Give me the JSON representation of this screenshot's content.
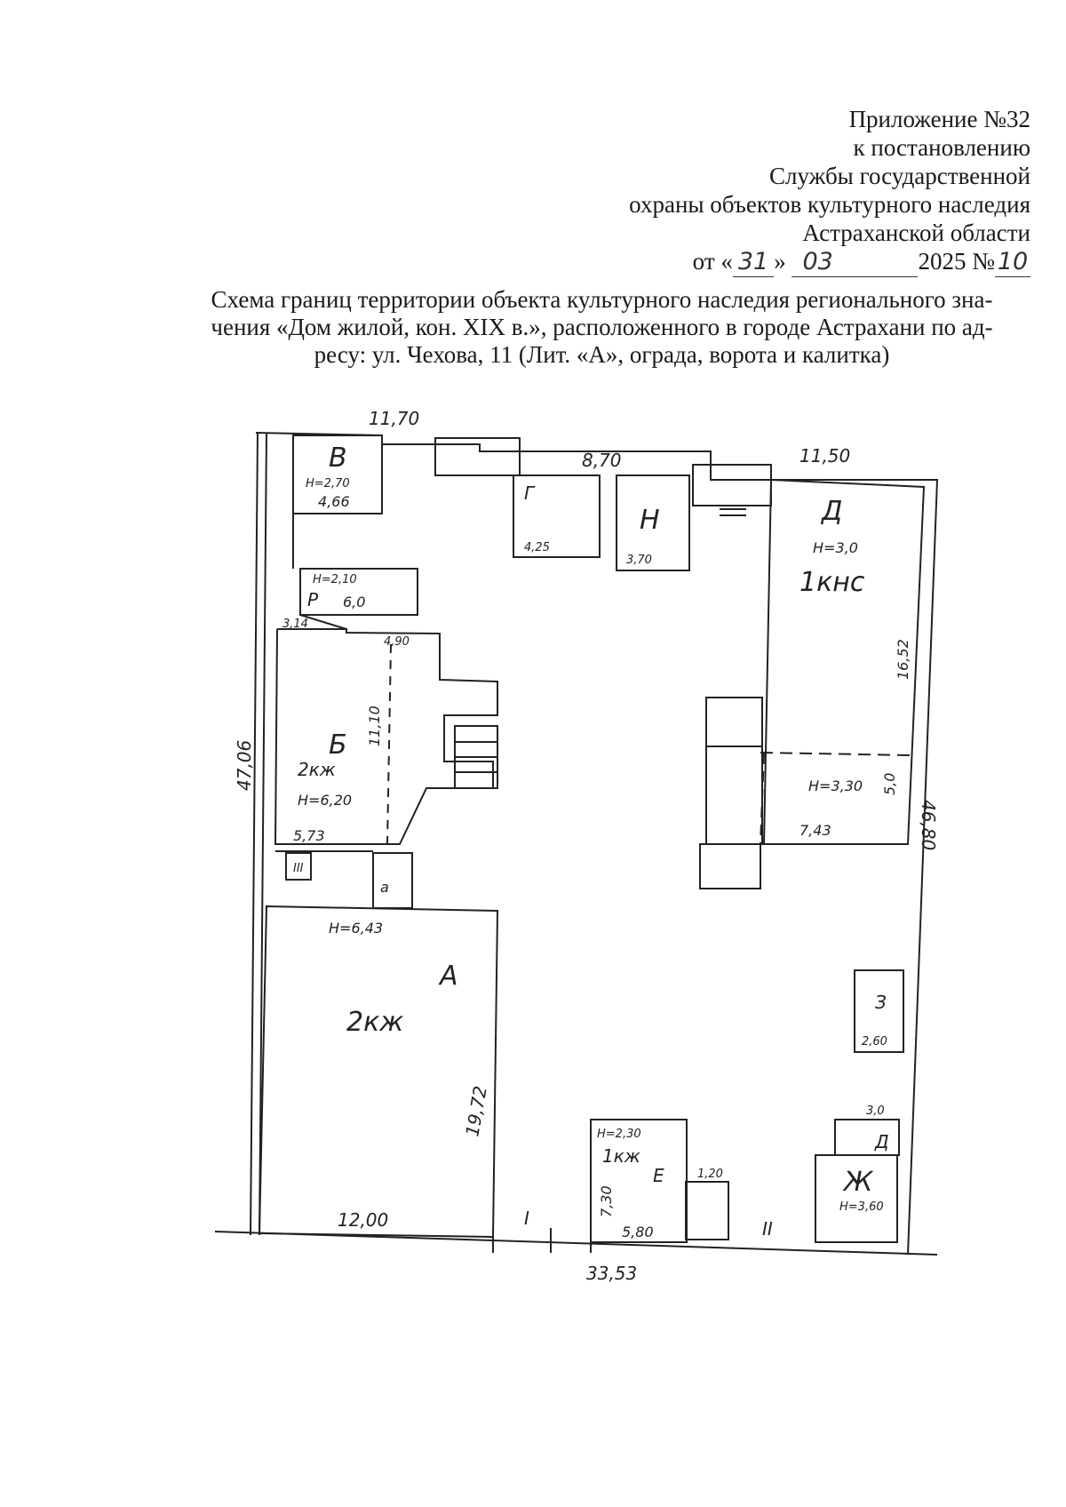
{
  "header": {
    "lines": [
      "Приложение №32",
      "к постановлению",
      "Службы государственной",
      "охраны объектов культурного наследия",
      "Астраханской области"
    ],
    "date_prefix": "от «",
    "date_day": "31",
    "date_mid": "» ",
    "date_month": "03",
    "date_year": "2025 №",
    "date_number": "10"
  },
  "title": {
    "lines": [
      "Схема границ территории объекта культурного наследия регионального зна-",
      "чения «Дом жилой, кон. XIX в.», расположенного в городе Астрахани по ад-",
      "ресу: ул. Чехова, 11 (Лит. «А», ограда, ворота и калитка)"
    ]
  },
  "plan": {
    "dims": {
      "top_left": "11,70",
      "top_mid": "8,70",
      "top_right": "11,50",
      "left": "47,06",
      "right": "46,80",
      "bottom": "33,53",
      "a_bottom": "12,00",
      "a_side": "19,72",
      "d_side": "16,52",
      "b_side": "11,10",
      "right_low": "5,0"
    },
    "letters": {
      "a": "А",
      "b": "Б",
      "v": "В",
      "g": "Г",
      "d": "Д",
      "e": "Е",
      "zh": "Ж",
      "z": "З",
      "n": "Н",
      "r": "Р",
      "a_small": "а",
      "r2": "Д"
    },
    "floors": {
      "a": "2кж",
      "b": "2кж",
      "d": "1кнс",
      "e": "1кж"
    },
    "heights": {
      "a": "Н=6,43",
      "b": "Н=6,20",
      "d": "Н=3,0",
      "d_lower": "Н=3,30",
      "e": "Н=2,30",
      "v": "Н=2,70",
      "r": "Н=2,10",
      "zh": "Н=3,60"
    },
    "small": {
      "v_width": "4,66",
      "r_width": "6,0",
      "b_bottom": "5,73",
      "b_top": "4,90",
      "b_top2": "3,14",
      "g_width": "4,25",
      "n_width": "3,70",
      "d_bottom": "7,43",
      "e_bottom": "5,80",
      "e_side": "7,30",
      "k_top": "1,20",
      "z_bottom": "2,60",
      "zh_top": "3,0",
      "roman_1": "I",
      "roman_2": "II",
      "roman_3": "III"
    }
  }
}
